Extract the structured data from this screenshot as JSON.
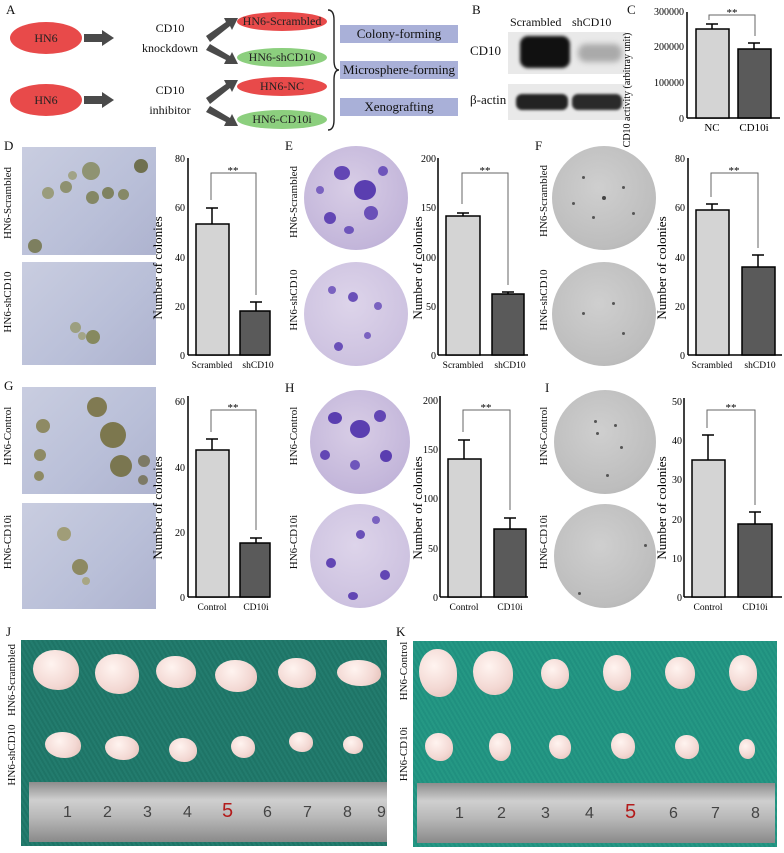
{
  "panel_labels": {
    "A": "A",
    "B": "B",
    "C": "C",
    "D": "D",
    "E": "E",
    "F": "F",
    "G": "G",
    "H": "H",
    "I": "I",
    "J": "J",
    "K": "K"
  },
  "panel_a": {
    "source1": "HN6",
    "source2": "HN6",
    "treat1_line1": "CD10",
    "treat1_line2": "knockdown",
    "treat2_line1": "CD10",
    "treat2_line2": "inhibitor",
    "groups": [
      "HN6-Scrambled",
      "HN6-shCD10",
      "HN6-NC",
      "HN6-CD10i"
    ],
    "assays": [
      "Colony-forming",
      "Microsphere-forming",
      "Xenografting"
    ]
  },
  "panel_b": {
    "lanes": [
      "Scrambled",
      "shCD10"
    ],
    "rows": [
      "CD10",
      "β-actin"
    ]
  },
  "row_labels": {
    "d_top": "HN6-Scrambled",
    "d_bot": "HN6-shCD10",
    "e_top": "HN6-Scrambled",
    "e_bot": "HN6-shCD10",
    "f_top": "HN6-Scrambled",
    "f_bot": "HN6-shCD10",
    "g_top": "HN6-Control",
    "g_bot": "HN6-CD10i",
    "h_top": "HN6-Control",
    "h_bot": "HN6-CD10i",
    "i_top": "HN6-Control",
    "i_bot": "HN6-CD10i",
    "j_top": "HN6-Scrambled",
    "j_bot": "HN6-shCD10",
    "k_top": "HN6-Control",
    "k_bot": "HN6-CD10i"
  },
  "ruler_j": [
    "1",
    "2",
    "3",
    "4",
    "5",
    "6",
    "7",
    "8",
    "9"
  ],
  "ruler_k": [
    "1",
    "2",
    "3",
    "4",
    "5",
    "6",
    "7",
    "8"
  ],
  "colors": {
    "light_bar": "#d4d4d4",
    "dark_bar": "#5a5a5a",
    "red_ellipse": "#e84a4a",
    "green_ellipse": "#8ccf7e",
    "assay_box": "#a9b0d8"
  },
  "chart_data": [
    {
      "panel": "C",
      "type": "bar",
      "categories": [
        "NC",
        "CD10i"
      ],
      "values": [
        245000,
        192000
      ],
      "errors": [
        15000,
        15000
      ],
      "ylabel": "CD10 activity (arbitray unit)",
      "yticks": [
        "0",
        "100000",
        "200000",
        "300000"
      ],
      "ylim": [
        0,
        300000
      ],
      "significance": "**"
    },
    {
      "panel": "D",
      "type": "bar",
      "categories": [
        "Scrambled",
        "shCD10"
      ],
      "values": [
        53,
        18
      ],
      "errors": [
        6.5,
        3.5
      ],
      "ylabel": "Number of colonies",
      "yticks": [
        "0",
        "20",
        "40",
        "60",
        "80"
      ],
      "ylim": [
        0,
        80
      ],
      "significance": "**"
    },
    {
      "panel": "E",
      "type": "bar",
      "categories": [
        "Scrambled",
        "shCD10"
      ],
      "values": [
        141,
        62
      ],
      "errors": [
        3,
        2
      ],
      "ylabel": "Number of colonies",
      "yticks": [
        "0",
        "50",
        "100",
        "150",
        "200"
      ],
      "ylim": [
        0,
        200
      ],
      "significance": "**"
    },
    {
      "panel": "F",
      "type": "bar",
      "categories": [
        "Scrambled",
        "shCD10"
      ],
      "values": [
        59,
        36
      ],
      "errors": [
        2.5,
        5
      ],
      "ylabel": "Number of colonies",
      "yticks": [
        "0",
        "20",
        "40",
        "60",
        "80"
      ],
      "ylim": [
        0,
        80
      ],
      "significance": "**"
    },
    {
      "panel": "G",
      "type": "bar",
      "categories": [
        "Control",
        "CD10i"
      ],
      "values": [
        45,
        16.5
      ],
      "errors": [
        3.5,
        1.5
      ],
      "ylabel": "Number of colonies",
      "yticks": [
        "0",
        "20",
        "40",
        "60"
      ],
      "ylim": [
        0,
        60
      ],
      "significance": "**"
    },
    {
      "panel": "H",
      "type": "bar",
      "categories": [
        "Control",
        "CD10i"
      ],
      "values": [
        141,
        69
      ],
      "errors": [
        20,
        11
      ],
      "ylabel": "Number of colonies",
      "yticks": [
        "0",
        "50",
        "100",
        "150",
        "200"
      ],
      "ylim": [
        0,
        200
      ],
      "significance": "**"
    },
    {
      "panel": "I",
      "type": "bar",
      "categories": [
        "Control",
        "CD10i"
      ],
      "values": [
        35,
        18.7
      ],
      "errors": [
        6.5,
        3.2
      ],
      "ylabel": "Number of colonies",
      "yticks": [
        "0",
        "10",
        "20",
        "30",
        "40",
        "50"
      ],
      "ylim": [
        0,
        50
      ],
      "significance": "**"
    }
  ]
}
